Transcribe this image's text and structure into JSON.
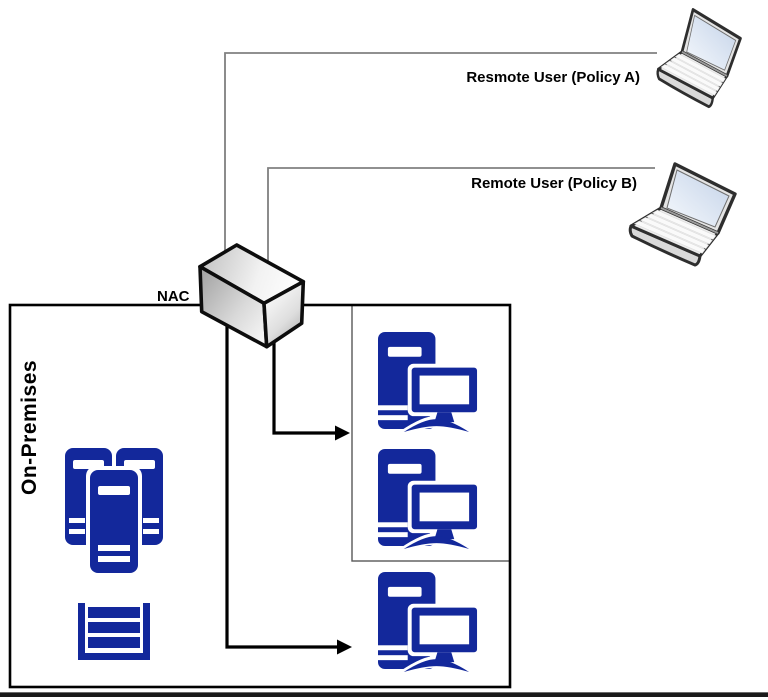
{
  "nodes": {
    "remote_user_a": {
      "label": "Resmote User (Policy A)",
      "icon": "laptop-icon"
    },
    "remote_user_b": {
      "label": "Remote User (Policy B)",
      "icon": "laptop-icon"
    },
    "nac": {
      "label": "NAC",
      "icon": "3d-box-icon"
    },
    "on_premises": {
      "label": "On-Premises",
      "contains": {
        "server_cluster_icons": 1,
        "server_rack_icons": 1,
        "workstations_in_inner_zone": 2,
        "workstations_outside_inner_zone": 1
      }
    }
  },
  "connections": [
    {
      "from": "remote_user_a",
      "to": "nac",
      "style": "thin-gray-elbow"
    },
    {
      "from": "remote_user_b",
      "to": "nac",
      "style": "thin-gray-elbow"
    },
    {
      "from": "nac",
      "to": "inner-workstation-zone",
      "style": "black-arrow"
    },
    {
      "from": "nac",
      "to": "lower-workstation",
      "style": "black-arrow"
    }
  ],
  "colors": {
    "icon_blue": "#13289B",
    "connector_gray": "#808080",
    "zone_border_gray": "#595959",
    "border_black": "#000000",
    "bottom_bar": "#191919"
  }
}
